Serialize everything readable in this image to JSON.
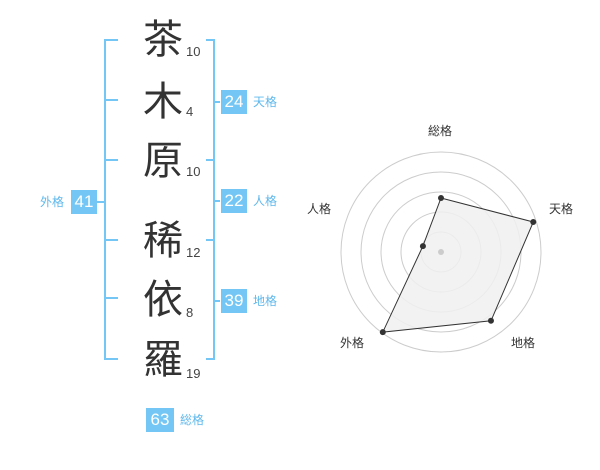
{
  "name": {
    "characters": [
      "茶",
      "木",
      "原",
      "稀",
      "依",
      "羅"
    ],
    "strokes": [
      "10",
      "4",
      "10",
      "12",
      "8",
      "19"
    ]
  },
  "fortune": {
    "tenkaku": {
      "value": "24",
      "label": "天格"
    },
    "jinkaku": {
      "value": "22",
      "label": "人格"
    },
    "chikaku": {
      "value": "39",
      "label": "地格"
    },
    "gaikaku": {
      "value": "41",
      "label": "外格"
    },
    "soukaku": {
      "value": "63",
      "label": "総格"
    }
  },
  "radar": {
    "axes": [
      "総格",
      "天格",
      "地格",
      "外格",
      "人格"
    ],
    "values": [
      0.54,
      0.97,
      0.85,
      0.99,
      0.19
    ],
    "colors": {
      "line": "#333333",
      "fill": "#f0f0f0",
      "grid": "#cccccc",
      "accent": "#74c7f5"
    }
  }
}
